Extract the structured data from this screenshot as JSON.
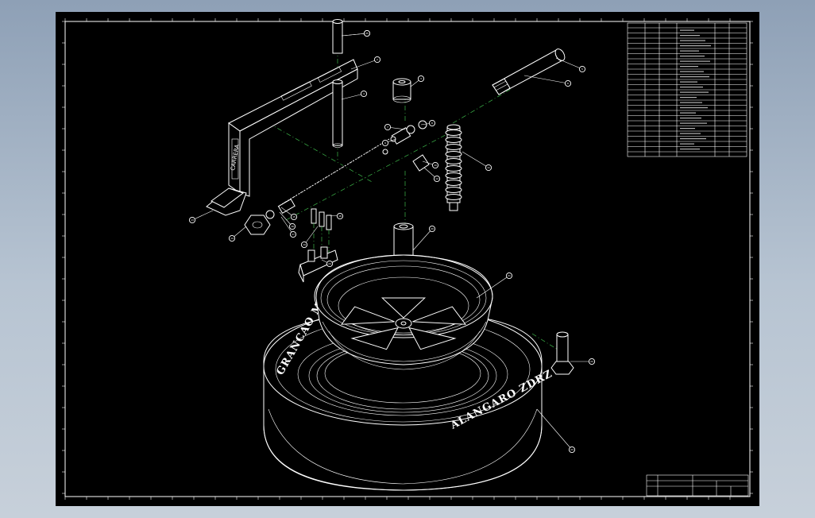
{
  "sheet": {
    "background": "#000000",
    "line_color": "#ffffff",
    "centerline_color": "#3db84a"
  },
  "tire": {
    "sidewall_text_left": "GRANCAO MOTR",
    "sidewall_text_right": "ALANGARO ZDRZ"
  },
  "callouts": [
    "1",
    "2",
    "3",
    "4",
    "5",
    "6",
    "7",
    "8",
    "9",
    "10",
    "11",
    "12",
    "13",
    "14",
    "15",
    "16",
    "17",
    "18",
    "19",
    "20",
    "21",
    "22",
    "23",
    "24",
    "25"
  ]
}
